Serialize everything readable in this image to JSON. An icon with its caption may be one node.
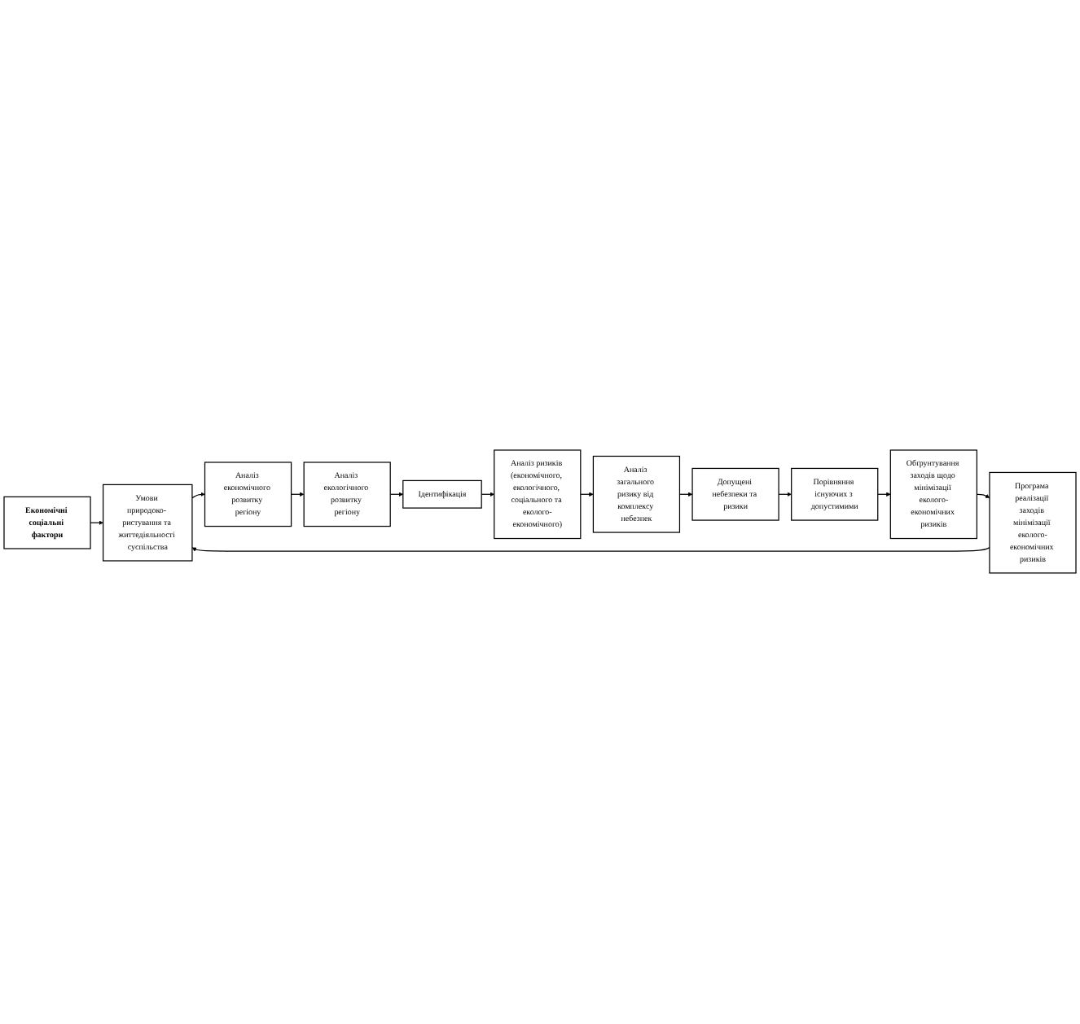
{
  "diagram": {
    "nodes": [
      {
        "text": [
          "Економічні соціальні фактори"
        ]
      },
      {
        "text": [
          "Умови природоко- ристування та життедіяльності суспільства"
        ]
      },
      {
        "text": [
          "Аналіз економічного розвитку регіону"
        ]
      },
      {
        "text": [
          "Аналіз екологічного розвитку регіону"
        ]
      },
      {
        "text": [
          "Ідентифікація"
        ]
      },
      {
        "text": [
          "Аналіз ризиків (економічного, екологічного, соціального та еколого-економічного)"
        ]
      },
      {
        "text": [
          "Аналіз загального ризику від комплексу небезпек"
        ]
      },
      {
        "text": [
          "Допущені небезпеки та ризики"
        ]
      },
      {
        "text": [
          "Порівняння існуючих з допустимими"
        ]
      },
      {
        "text": [
          "Обґрунтування заходів щодо мінімізації еколого-економічних ризиків"
        ]
      },
      {
        "text": [
          "Програма реалізації заходів мінімізації еколого-економічних ризиків"
        ]
      }
    ],
    "edges": [
      {
        "from": 0,
        "to": 1,
        "arrow": "to"
      },
      {
        "from": 1,
        "to": 2,
        "arrow": "to"
      },
      {
        "from": 2,
        "to": 3,
        "arrow": "to"
      },
      {
        "from": 3,
        "to": 4,
        "arrow": "to"
      },
      {
        "from": 4,
        "to": 5,
        "arrow": "to"
      },
      {
        "from": 5,
        "to": 6,
        "arrow": "to"
      },
      {
        "from": 6,
        "to": 7,
        "arrow": "to"
      },
      {
        "from": 7,
        "to": 8,
        "arrow": "to"
      },
      {
        "from": 8,
        "to": 9,
        "arrow": "to"
      },
      {
        "from": 9,
        "to": 10,
        "arrow": "to"
      },
      {
        "from": 10,
        "to": 1,
        "arrow": "to"
      }
    ]
  }
}
